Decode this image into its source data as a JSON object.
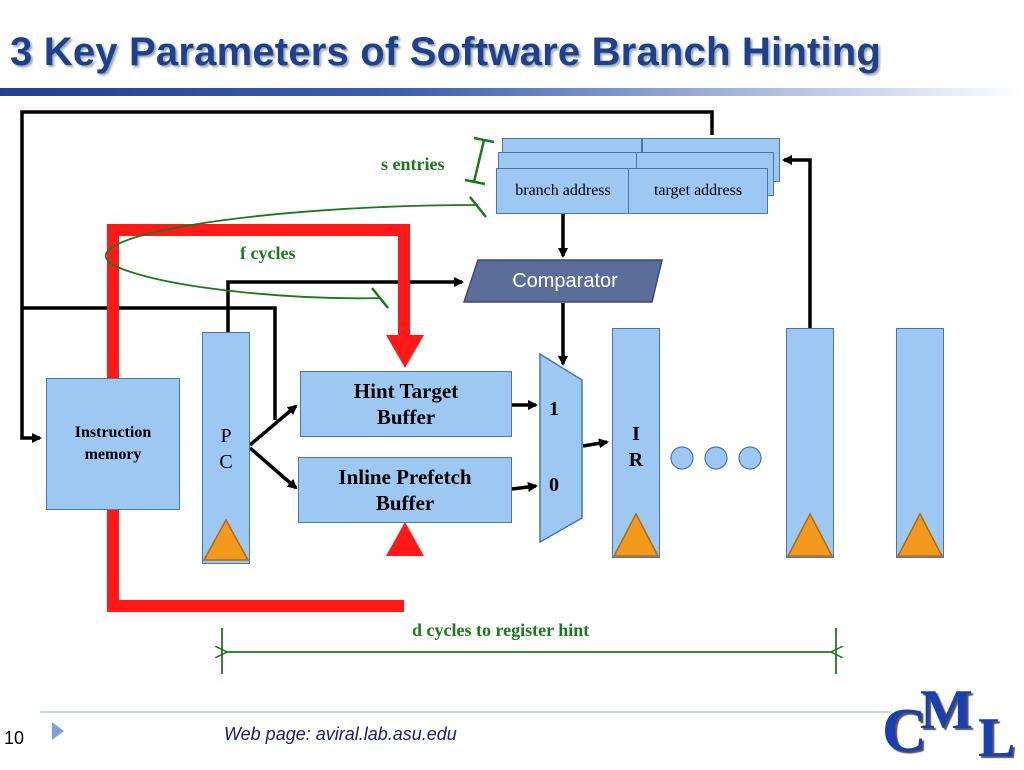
{
  "slide": {
    "title": "3 Key Parameters of Software Branch Hinting",
    "page_number": "10",
    "footer_text": "Web page:  aviral.lab.asu.edu",
    "logo": "CML",
    "colors": {
      "title": "#1f3f8f",
      "block": "#9cc8f2",
      "comparator": "#5b6e9a",
      "highlight_path": "#ff1a1a",
      "annotation": "#1a7a1a"
    }
  },
  "diagram": {
    "instruction_memory": "Instruction memory",
    "pc": "P C",
    "pc_line1": "P",
    "pc_line2": "C",
    "hint_target_buffer": "Hint Target Buffer",
    "inline_prefetch_buffer": "Inline Prefetch Buffer",
    "mux_in_1": "1",
    "mux_in_0": "0",
    "ir_line1": "I",
    "ir_line2": "R",
    "comparator": "Comparator",
    "branch_address": "branch address",
    "target_address": "target address",
    "s_entries": "s entries",
    "f_cycles": "f cycles",
    "d_cycles": "d cycles to register hint"
  }
}
